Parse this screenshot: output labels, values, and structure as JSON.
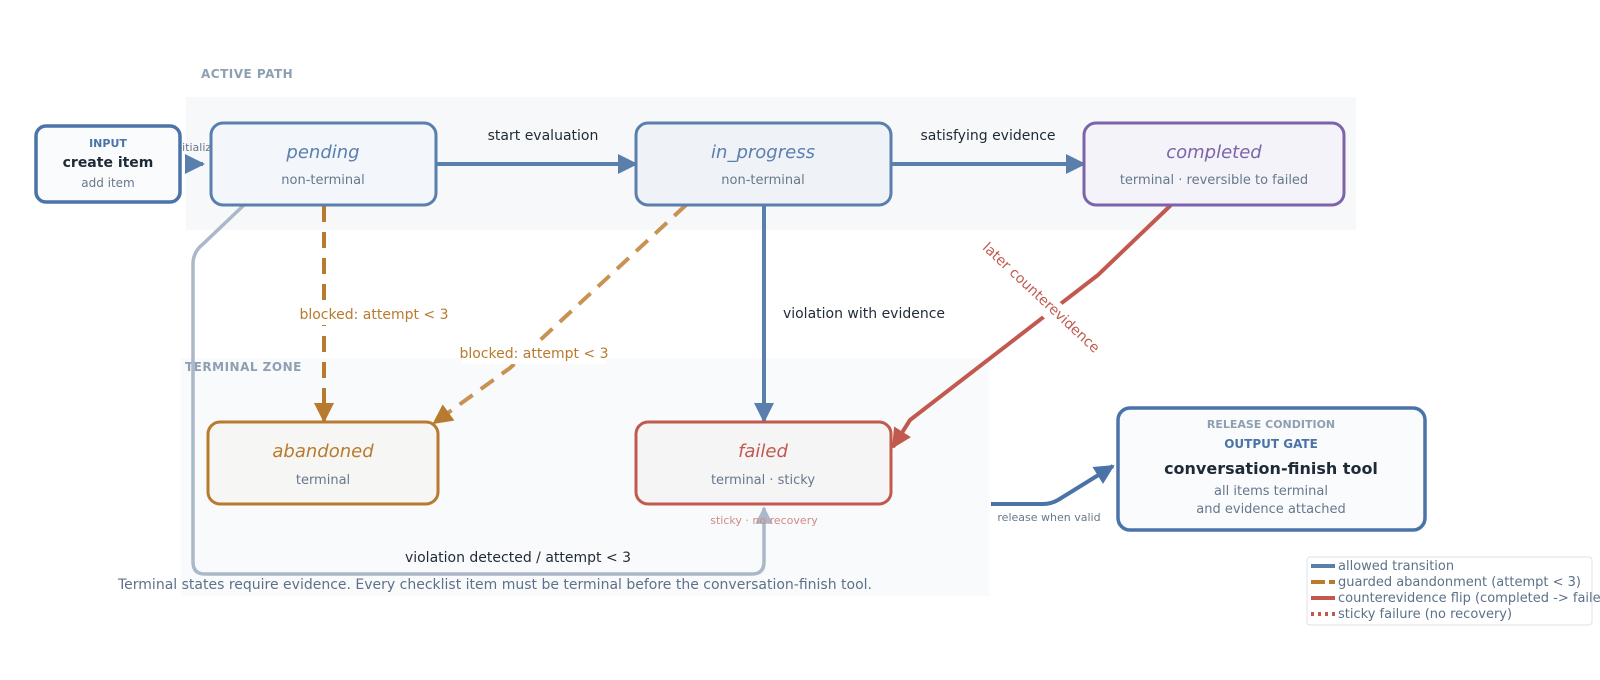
{
  "zones": {
    "active": "ACTIVE PATH",
    "terminal": "TERMINAL ZONE"
  },
  "input": {
    "caption": "INPUT",
    "title": "create item",
    "subtitle": "add item"
  },
  "states": {
    "pending": {
      "name": "pending",
      "sub": "non-terminal"
    },
    "in_progress": {
      "name": "in_progress",
      "sub": "non-terminal"
    },
    "completed": {
      "name": "completed",
      "sub": "terminal · reversible to failed"
    },
    "abandoned": {
      "name": "abandoned",
      "sub": "terminal"
    },
    "failed": {
      "name": "failed",
      "sub": "terminal · sticky"
    }
  },
  "transitions": {
    "initialize": "initialize",
    "start": "start evaluation",
    "satisfy": "satisfying evidence",
    "violation": "violation with evidence",
    "blocked1": "blocked: attempt < 3",
    "blocked2": "blocked: attempt < 3",
    "counter": "later counterevidence",
    "detected": "violation detected / attempt < 3",
    "sticky": "sticky · no recovery",
    "release": "release when valid"
  },
  "gate": {
    "caption": "RELEASE CONDITION",
    "subcaption": "OUTPUT GATE",
    "title": "conversation-finish tool",
    "line1": "all items terminal",
    "line2": "and evidence attached"
  },
  "legend": {
    "allowed": "allowed transition",
    "guarded": "guarded abandonment (attempt < 3)",
    "counter": "counterevidence flip (completed -> failed)",
    "sticky": "sticky failure (no recovery)"
  },
  "footnote": "Terminal states require evidence. Every checklist item must be terminal before the conversation-finish tool.",
  "colors": {
    "blue": "#5b7fad",
    "orange": "#b87a2e",
    "red": "#c2594f",
    "purple": "#7d63ab",
    "grey": "#aab8c8"
  }
}
